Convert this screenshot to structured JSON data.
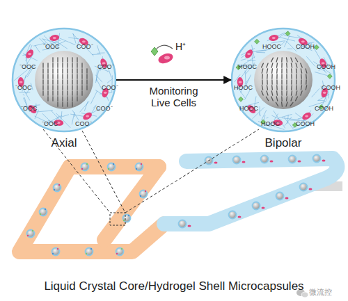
{
  "diagram": {
    "caption": "Liquid Crystal Core/Hydrogel Shell Microcapsules",
    "nodes": [
      {
        "text": [
          "Axial"
        ]
      },
      {
        "text": [
          "Bipolar"
        ]
      }
    ],
    "edges": [
      {
        "from": 0,
        "to": 1,
        "arrow": "to",
        "label": "Monitoring Live Cells"
      }
    ],
    "labels": [
      "H⁺",
      "⁻OOC",
      "COO⁻",
      "⁻OOC",
      "COO⁻",
      "⁻OOC",
      "COO⁻",
      "⁻OOC",
      "COO⁻",
      "⁻OOC",
      "COO⁻",
      "HOOC",
      "COOH",
      "HOOC",
      "COOH",
      "HOOC",
      "COOH",
      "HOOC",
      "COOH",
      "HOOC",
      "COOH",
      "微流控"
    ]
  }
}
